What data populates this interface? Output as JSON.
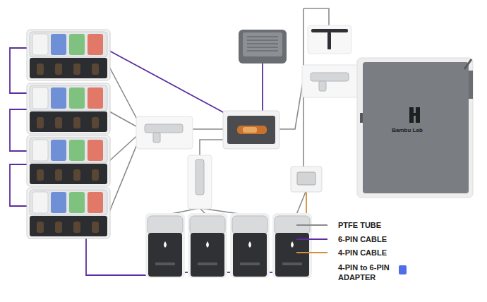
{
  "diagram": {
    "nodes": [
      {
        "text": [
          "Bambu Lab"
        ]
      }
    ],
    "legend": [
      {
        "text": "PTFE TUBE"
      },
      {
        "text": "6-PIN CABLE"
      },
      {
        "text": "4-PIN CABLE"
      },
      {
        "text": "4-PIN to 6-PIN ADAPTER",
        "color": "#4f6ee8"
      }
    ]
  }
}
